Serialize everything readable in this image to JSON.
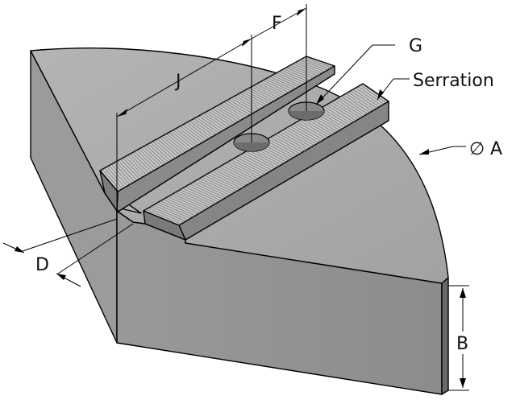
{
  "labels": {
    "J": "J",
    "F": "F",
    "G": "G",
    "serration": "Serration",
    "dia_symbol": "∅",
    "A": "A",
    "D": "D",
    "B": "B"
  },
  "colors": {
    "top_face": "#a6a6a6",
    "left_face": "#9a9a9a",
    "front_face": "#8e8e8e",
    "right_end": "#6a6a6a",
    "tooth_top": "#c8c8c8",
    "tooth_side": "#7a7a7a",
    "hole": "#8a8a8a"
  }
}
